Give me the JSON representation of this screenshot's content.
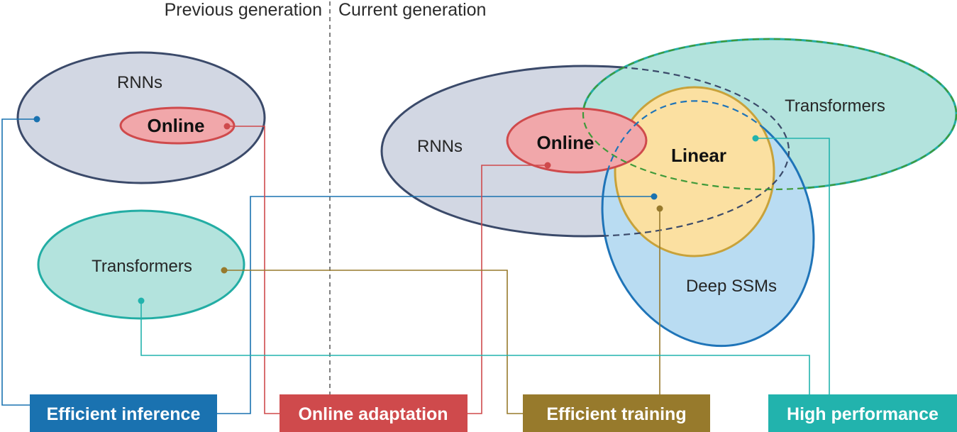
{
  "headers": {
    "previous": "Previous generation",
    "current": "Current generation"
  },
  "previous": {
    "rnns": "RNNs",
    "online": "Online",
    "transformers": "Transformers"
  },
  "current": {
    "rnns": "RNNs",
    "online": "Online",
    "transformers": "Transformers",
    "linear": "Linear",
    "deep_ssms": "Deep SSMs"
  },
  "legend": {
    "efficient_inference": "Efficient inference",
    "online_adaptation": "Online adaptation",
    "efficient_training": "Efficient training",
    "high_performance": "High performance"
  },
  "colors": {
    "efficient_inference": "#1a72b0",
    "online_adaptation": "#cf4a4c",
    "efficient_training": "#977a2c",
    "high_performance": "#22b3ad",
    "rnn_fill": "#d2d7e3",
    "rnn_stroke": "#3b4a6a",
    "transformer_fill": "#b3e3dd",
    "transformer_stroke": "#23ada4",
    "online_fill": "#f1a7aa",
    "online_stroke": "#cf4a4c",
    "linear_fill": "#fbe0a1",
    "linear_stroke": "#c8a23a",
    "ssm_fill": "#b9dcf2",
    "ssm_stroke": "#1f74b8"
  }
}
